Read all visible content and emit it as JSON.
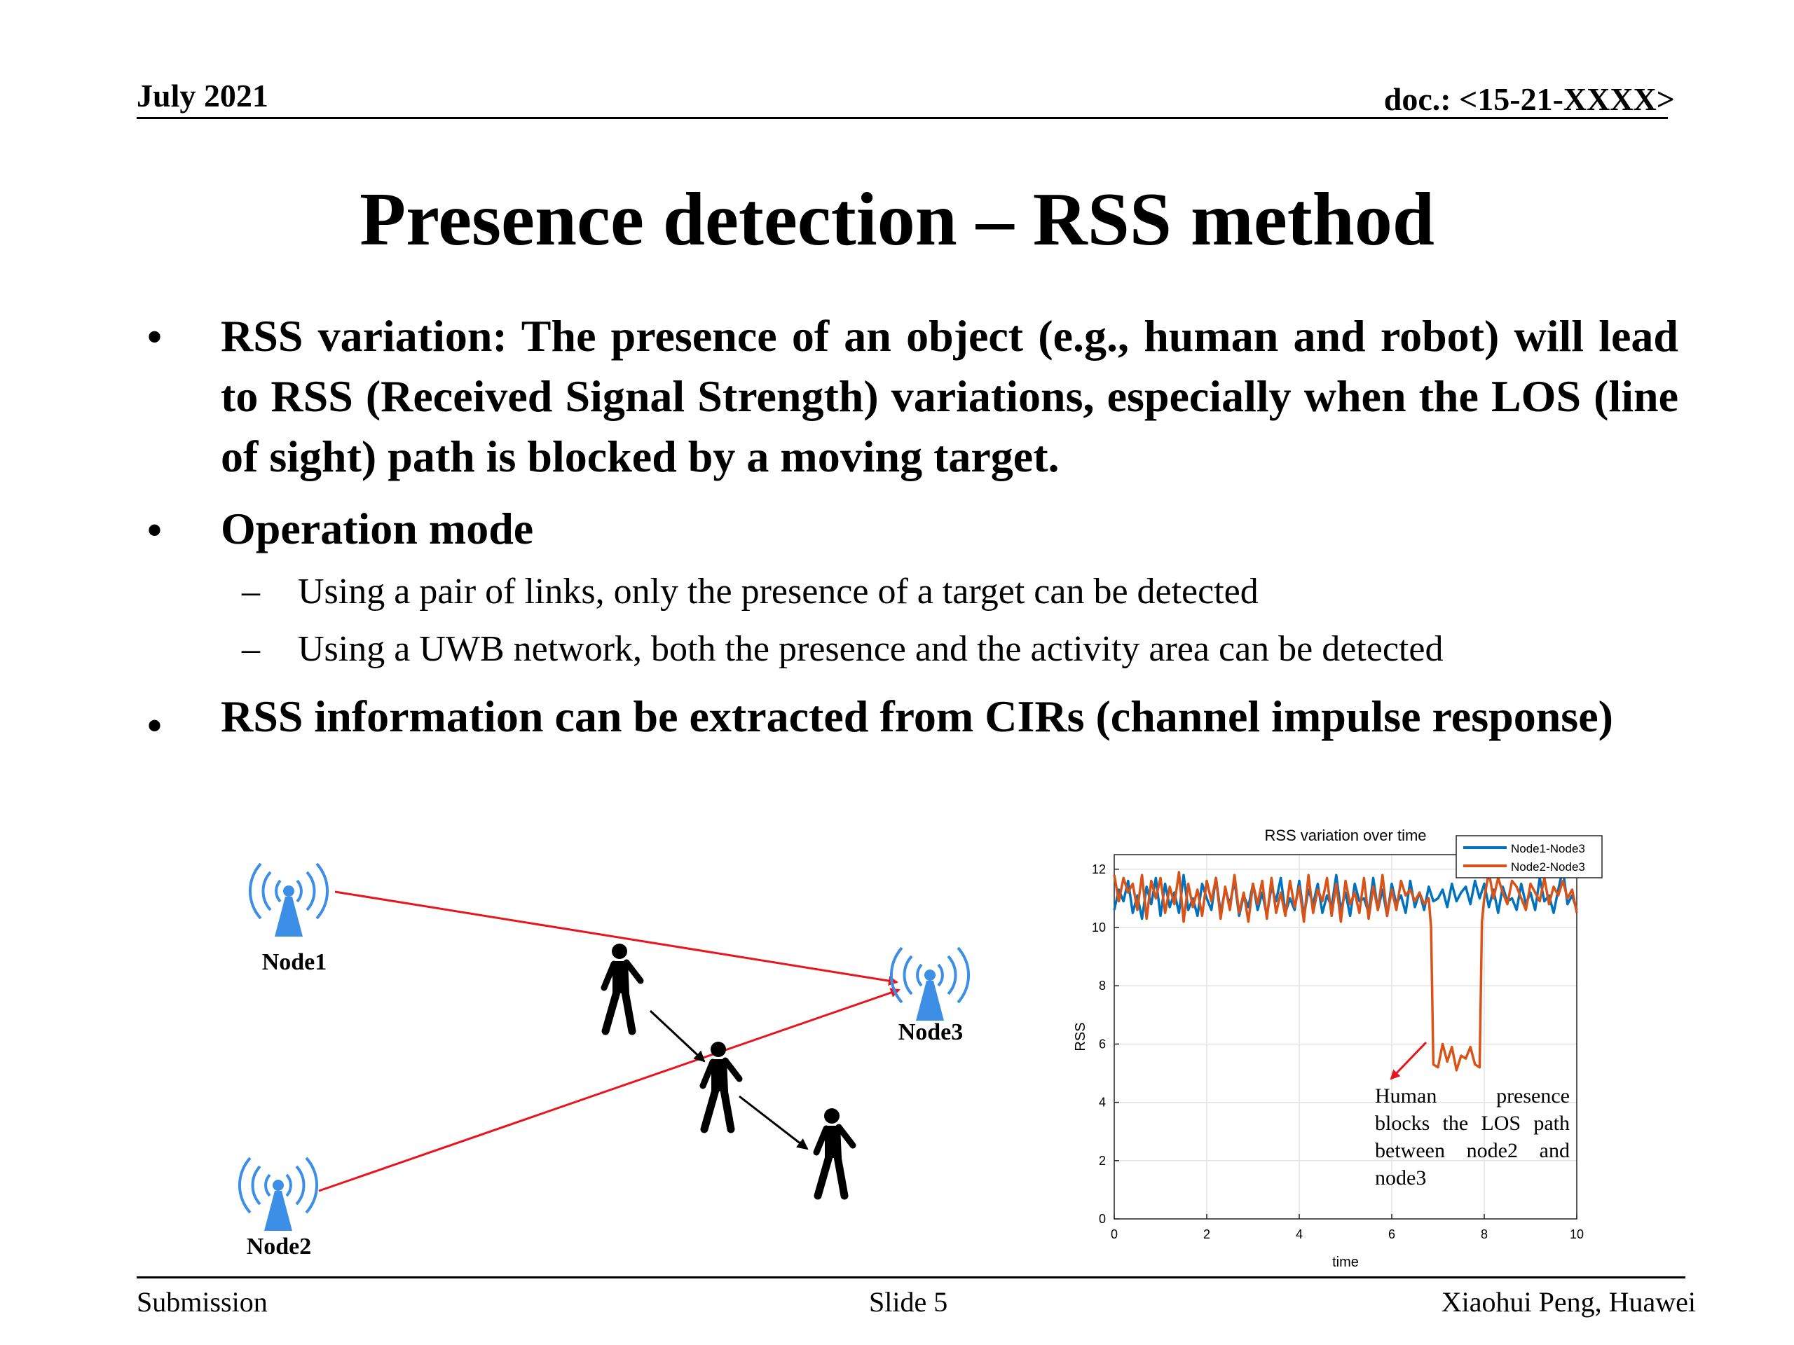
{
  "header": {
    "date": "July 2021",
    "doc": "doc.: <15-21-XXXX>"
  },
  "title": "Presence detection – RSS method",
  "bullets": [
    {
      "text": "RSS variation: The presence of an object (e.g., human and robot) will lead to RSS (Received Signal Strength) variations, especially when the LOS (line of sight) path is blocked by a moving target."
    },
    {
      "text": "Operation mode",
      "sub": [
        "Using a pair of links, only the presence of a target can be detected",
        "Using a UWB network,  both the presence and the activity area can be detected"
      ]
    },
    {
      "text": "RSS information can be extracted from CIRs (channel impulse response)"
    }
  ],
  "diagram": {
    "node1": "Node1",
    "node2": "Node2",
    "node3": "Node3"
  },
  "chart_data": {
    "type": "line",
    "title": "RSS variation over time",
    "xlabel": "time",
    "ylabel": "RSS",
    "xlim": [
      0,
      10
    ],
    "ylim": [
      0,
      12.5
    ],
    "xticks": [
      0,
      2,
      4,
      6,
      8,
      10
    ],
    "yticks": [
      0,
      2,
      4,
      6,
      8,
      10,
      12
    ],
    "grid": true,
    "legend_position": "top-right",
    "series": [
      {
        "name": "Node1-Node3",
        "color": "#0072bd",
        "x": [
          0,
          0.1,
          0.2,
          0.3,
          0.4,
          0.5,
          0.6,
          0.7,
          0.8,
          0.9,
          1.0,
          1.1,
          1.2,
          1.3,
          1.4,
          1.5,
          1.6,
          1.7,
          1.8,
          1.9,
          2.0,
          2.1,
          2.2,
          2.3,
          2.4,
          2.5,
          2.6,
          2.7,
          2.8,
          2.9,
          3.0,
          3.1,
          3.2,
          3.3,
          3.4,
          3.5,
          3.6,
          3.7,
          3.8,
          3.9,
          4.0,
          4.1,
          4.2,
          4.3,
          4.4,
          4.5,
          4.6,
          4.7,
          4.8,
          4.9,
          5.0,
          5.1,
          5.2,
          5.3,
          5.4,
          5.5,
          5.6,
          5.7,
          5.8,
          5.9,
          6.0,
          6.1,
          6.2,
          6.3,
          6.4,
          6.5,
          6.6,
          6.7,
          6.8,
          6.9,
          7.0,
          7.1,
          7.2,
          7.3,
          7.4,
          7.5,
          7.6,
          7.7,
          7.8,
          7.9,
          8.0,
          8.1,
          8.2,
          8.3,
          8.4,
          8.5,
          8.6,
          8.7,
          8.8,
          8.9,
          9.0,
          9.1,
          9.2,
          9.3,
          9.4,
          9.5,
          9.6,
          9.7,
          9.8,
          9.9,
          10.0
        ],
        "y": [
          10.6,
          11.3,
          10.9,
          11.6,
          10.5,
          11.1,
          10.3,
          11.4,
          10.8,
          11.7,
          10.4,
          11.5,
          10.7,
          11.2,
          10.5,
          11.8,
          10.6,
          11.0,
          10.4,
          11.5,
          11.0,
          10.6,
          11.7,
          10.5,
          11.3,
          10.8,
          11.6,
          10.4,
          11.1,
          10.7,
          11.5,
          10.6,
          11.2,
          10.4,
          11.4,
          10.9,
          11.7,
          10.5,
          11.0,
          10.6,
          11.6,
          10.4,
          11.3,
          10.8,
          11.5,
          10.5,
          11.1,
          10.7,
          11.8,
          10.6,
          11.2,
          10.4,
          11.5,
          10.9,
          11.0,
          10.5,
          11.7,
          10.6,
          11.3,
          10.4,
          11.5,
          10.8,
          11.1,
          10.5,
          11.6,
          10.7,
          11.2,
          10.6,
          11.4,
          10.9,
          11.0,
          11.3,
          10.7,
          11.5,
          10.9,
          11.2,
          11.4,
          10.8,
          11.6,
          11.0,
          11.5,
          10.7,
          11.3,
          10.5,
          11.4,
          10.9,
          11.0,
          10.6,
          11.5,
          10.8,
          11.2,
          10.6,
          11.7,
          10.9,
          11.1,
          10.5,
          11.3,
          12.0,
          10.8,
          11.1,
          10.6
        ]
      },
      {
        "name": "Node2-Node3",
        "color": "#d95319",
        "x": [
          0,
          0.1,
          0.2,
          0.3,
          0.4,
          0.5,
          0.6,
          0.7,
          0.8,
          0.9,
          1.0,
          1.1,
          1.2,
          1.3,
          1.4,
          1.5,
          1.6,
          1.7,
          1.8,
          1.9,
          2.0,
          2.1,
          2.2,
          2.3,
          2.4,
          2.5,
          2.6,
          2.7,
          2.8,
          2.9,
          3.0,
          3.1,
          3.2,
          3.3,
          3.4,
          3.5,
          3.6,
          3.7,
          3.8,
          3.9,
          4.0,
          4.1,
          4.2,
          4.3,
          4.4,
          4.5,
          4.6,
          4.7,
          4.8,
          4.9,
          5.0,
          5.1,
          5.2,
          5.3,
          5.4,
          5.5,
          5.6,
          5.7,
          5.8,
          5.9,
          6.0,
          6.1,
          6.2,
          6.3,
          6.4,
          6.5,
          6.6,
          6.7,
          6.8,
          6.85,
          6.9,
          7.0,
          7.1,
          7.2,
          7.3,
          7.4,
          7.5,
          7.6,
          7.7,
          7.8,
          7.9,
          7.95,
          8.0,
          8.1,
          8.2,
          8.3,
          8.4,
          8.5,
          8.6,
          8.7,
          8.8,
          8.9,
          9.0,
          9.1,
          9.2,
          9.3,
          9.4,
          9.5,
          9.6,
          9.7,
          9.8,
          9.9,
          10.0
        ],
        "y": [
          11.8,
          10.9,
          11.7,
          11.2,
          11.5,
          10.6,
          11.8,
          10.3,
          11.6,
          11.0,
          11.7,
          10.5,
          11.4,
          10.8,
          11.9,
          10.2,
          11.5,
          10.7,
          11.3,
          10.4,
          11.6,
          10.9,
          11.7,
          10.3,
          11.4,
          10.6,
          11.8,
          10.5,
          11.2,
          10.2,
          11.5,
          10.8,
          11.6,
          10.3,
          11.7,
          10.5,
          11.2,
          10.4,
          11.6,
          10.7,
          11.4,
          10.2,
          11.8,
          10.5,
          11.3,
          10.9,
          11.7,
          10.4,
          11.5,
          10.2,
          11.6,
          10.8,
          11.2,
          10.5,
          11.7,
          10.3,
          11.4,
          10.6,
          11.8,
          10.4,
          11.3,
          10.6,
          11.6,
          11.1,
          11.3,
          10.9,
          11.2,
          10.8,
          11.0,
          10.0,
          5.3,
          5.2,
          6.0,
          5.4,
          5.9,
          5.1,
          5.6,
          5.5,
          5.9,
          5.3,
          5.2,
          10.2,
          11.0,
          11.9,
          11.0,
          11.7,
          11.2,
          10.8,
          11.6,
          11.4,
          11.0,
          10.6,
          11.5,
          11.2,
          10.9,
          11.7,
          10.8,
          11.4,
          11.1,
          11.6,
          11.0,
          11.3,
          10.5
        ]
      }
    ]
  },
  "annotation": {
    "lines": [
      "Human presence",
      "blocks the LOS path",
      "between node2 and",
      "node3"
    ]
  },
  "footer": {
    "left": "Submission",
    "center": "Slide 5",
    "right": "Xiaohui Peng, Huawei"
  }
}
